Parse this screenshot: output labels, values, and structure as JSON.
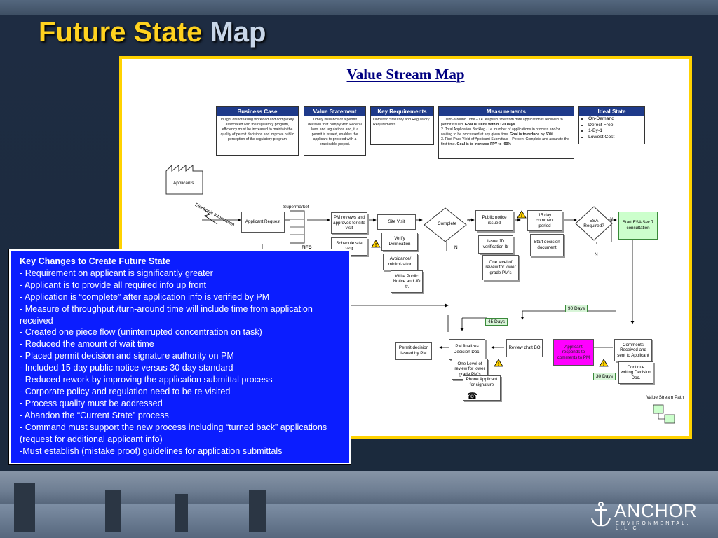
{
  "slide": {
    "title_part1": "Future State",
    "title_part2": "Map"
  },
  "vsm": {
    "title": "Value Stream Map",
    "header_boxes": {
      "business_case": {
        "head": "Business Case",
        "body": "In light of increasing workload and complexity associated with the regulatory program, efficiency must be increased to maintain the quality of permit decisions and improve public perception of the regulatory program"
      },
      "value_statement": {
        "head": "Value Statement",
        "body": "Timely issuance of a permit decision that comply with Federal laws and regulations and, if a permit is issued, enables the applicant to proceed with a practicable project."
      },
      "key_requirements": {
        "head": "Key Requirements",
        "body": "Domestic Statutory and Regulatory Requirements"
      },
      "measurements": {
        "head": "Measurements",
        "l1": "1.  Turn-a-round Time – i.e. elapsed time from date application is received to permit issued.",
        "l1b": "Goal is 100% within 120 days",
        "l2": "2.  Total Application Backlog - i.e. number of applications in process and/or waiting to be processed at any given time.",
        "l2b": "Goal is to reduce by 50%",
        "l3": "3.  First Pass Yield of Applicant Submittals – Percent Complete and accurate the first time.",
        "l3b": "Goal is to increase FPY to ›90%"
      },
      "ideal_state": {
        "head": "Ideal State",
        "items": [
          "On-Demand",
          "Defect Free",
          "1-By-1",
          "Lowest Cost"
        ]
      }
    },
    "nodes": {
      "applicants": "Applicants",
      "electronic_information": "Electronic Information",
      "supermarket": "Supermarket",
      "applicant_request": "Applicant Request",
      "pm_reviews": "PM reviews and approves for site visit",
      "schedule_site_visit": "Schedule site visit",
      "site_visit": "Site Visit",
      "verify_delineation": "Verify Delineation",
      "avoidance": "Avoidance/ minimization",
      "write_public_notice": "Write Public Notice and JD ltr.",
      "complete": "Complete",
      "y1": "Y",
      "n1": "N",
      "public_notice_issued": "Public notice issued",
      "issue_jd": "Issue JD verification ltr",
      "one_level_review_a": "One level of review for lower grade PM's",
      "fifteen_day": "15 day comment period",
      "start_decision": "Start decision document",
      "esa_required": "ESA Required?",
      "y2": "Y",
      "n2": "N",
      "start_esa": "Start ESA Sec 7 consultation",
      "fifo": "FIFO",
      "days_90": "90 Days",
      "days_45": "45 Days",
      "days_30": "30 Days",
      "comments_received": "Comments Received and sent to Applicant",
      "continue_writing": "Continue writing Decision Doc.",
      "applicant_responds": "Applicant responds to comments to PM",
      "review_draft_bo": "Review draft BO",
      "pm_finalizes": "PM finalizes Decision Doc.",
      "one_level_review_b": "One Level of review for lower grade PM's",
      "phone_applicant": "Phone Applicant for signature",
      "permit_decision": "Permit decision issued by PM",
      "value_stream_path": "Value Stream Path"
    }
  },
  "key_changes": {
    "heading": "Key Changes to Create Future State",
    "items": [
      "- Requirement on applicant is significantly greater",
      "- Applicant is to provide all required info up front",
      "- Application is “complete” after application info is verified by PM",
      "- Measure of throughput /turn-around time will include time from application received",
      "- Created one piece flow (uninterrupted concentration on task)",
      "- Reduced the amount of wait time",
      "- Placed permit decision and signature authority on PM",
      "- Included 15 day public notice versus 30 day standard",
      "- Reduced rework by improving the application submittal process",
      "- Corporate policy and regulation need to be re-visited",
      "- Process quality must be addressed",
      "- Abandon the “Current State” process",
      "- Command must support the new process including “turned back” applications (request    for additional applicant info)",
      "-Must establish (mistake proof) guidelines for application submittals"
    ]
  },
  "logo": {
    "name": "ANCHOR",
    "sub": "ENVIRONMENTAL, L.L.C."
  },
  "colors": {
    "title_yellow": "#ffd21f",
    "title_grey": "#c8d6e8",
    "frame_yellow": "#ffd200",
    "panel_blue": "#0b1dff",
    "header_navy": "#1e3a8a",
    "start_esa_green": "#ccffcc",
    "applicant_responds_magenta": "#ff00ff"
  }
}
